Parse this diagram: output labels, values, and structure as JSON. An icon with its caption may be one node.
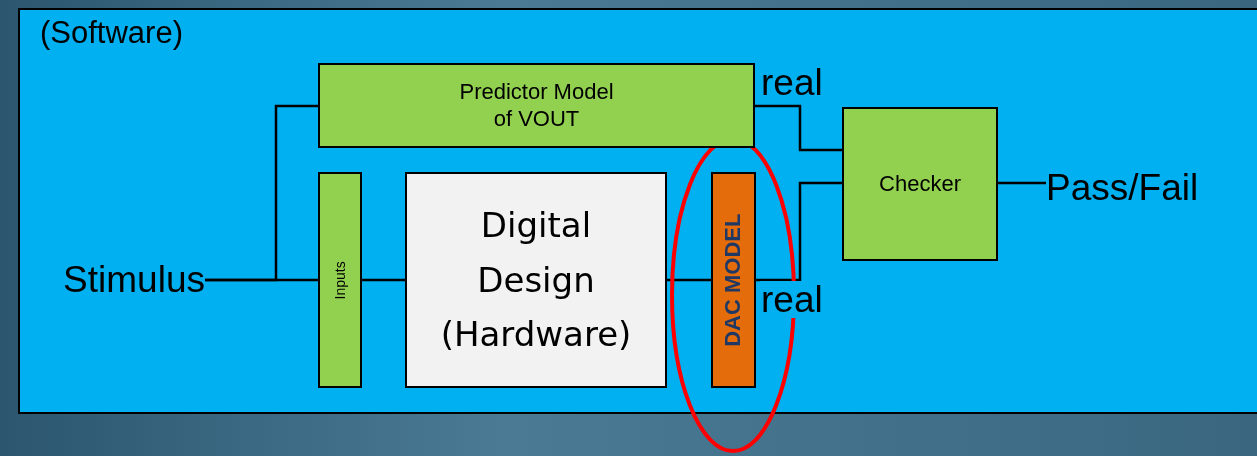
{
  "diagram": {
    "nodes": [
      {
        "text": [
          "(Software)"
        ]
      },
      {
        "text": [
          "Stimulus"
        ],
        "in": 0
      },
      {
        "text": [
          "Predictor Model of VOUT"
        ],
        "in": 0
      },
      {
        "text": [
          "Inputs"
        ],
        "in": 0
      },
      {
        "text": [
          "Digital Design (Hardware)"
        ],
        "in": 0
      },
      {
        "text": [
          "DAC MODEL"
        ],
        "in": 0
      },
      {
        "text": [
          "Checker"
        ],
        "in": 0
      },
      {
        "text": [
          "Pass/Fail"
        ],
        "in": 0
      }
    ],
    "edges": [
      {
        "from": 1,
        "to": 2,
        "arrow": "none"
      },
      {
        "from": 1,
        "to": 3,
        "arrow": "none"
      },
      {
        "from": 3,
        "to": 4,
        "arrow": "none"
      },
      {
        "from": 4,
        "to": 5,
        "arrow": "none"
      },
      {
        "from": 2,
        "to": 6,
        "arrow": "none",
        "label": "real"
      },
      {
        "from": 5,
        "to": 6,
        "arrow": "none",
        "label": "real"
      },
      {
        "from": 6,
        "to": 7,
        "arrow": "none"
      }
    ]
  }
}
